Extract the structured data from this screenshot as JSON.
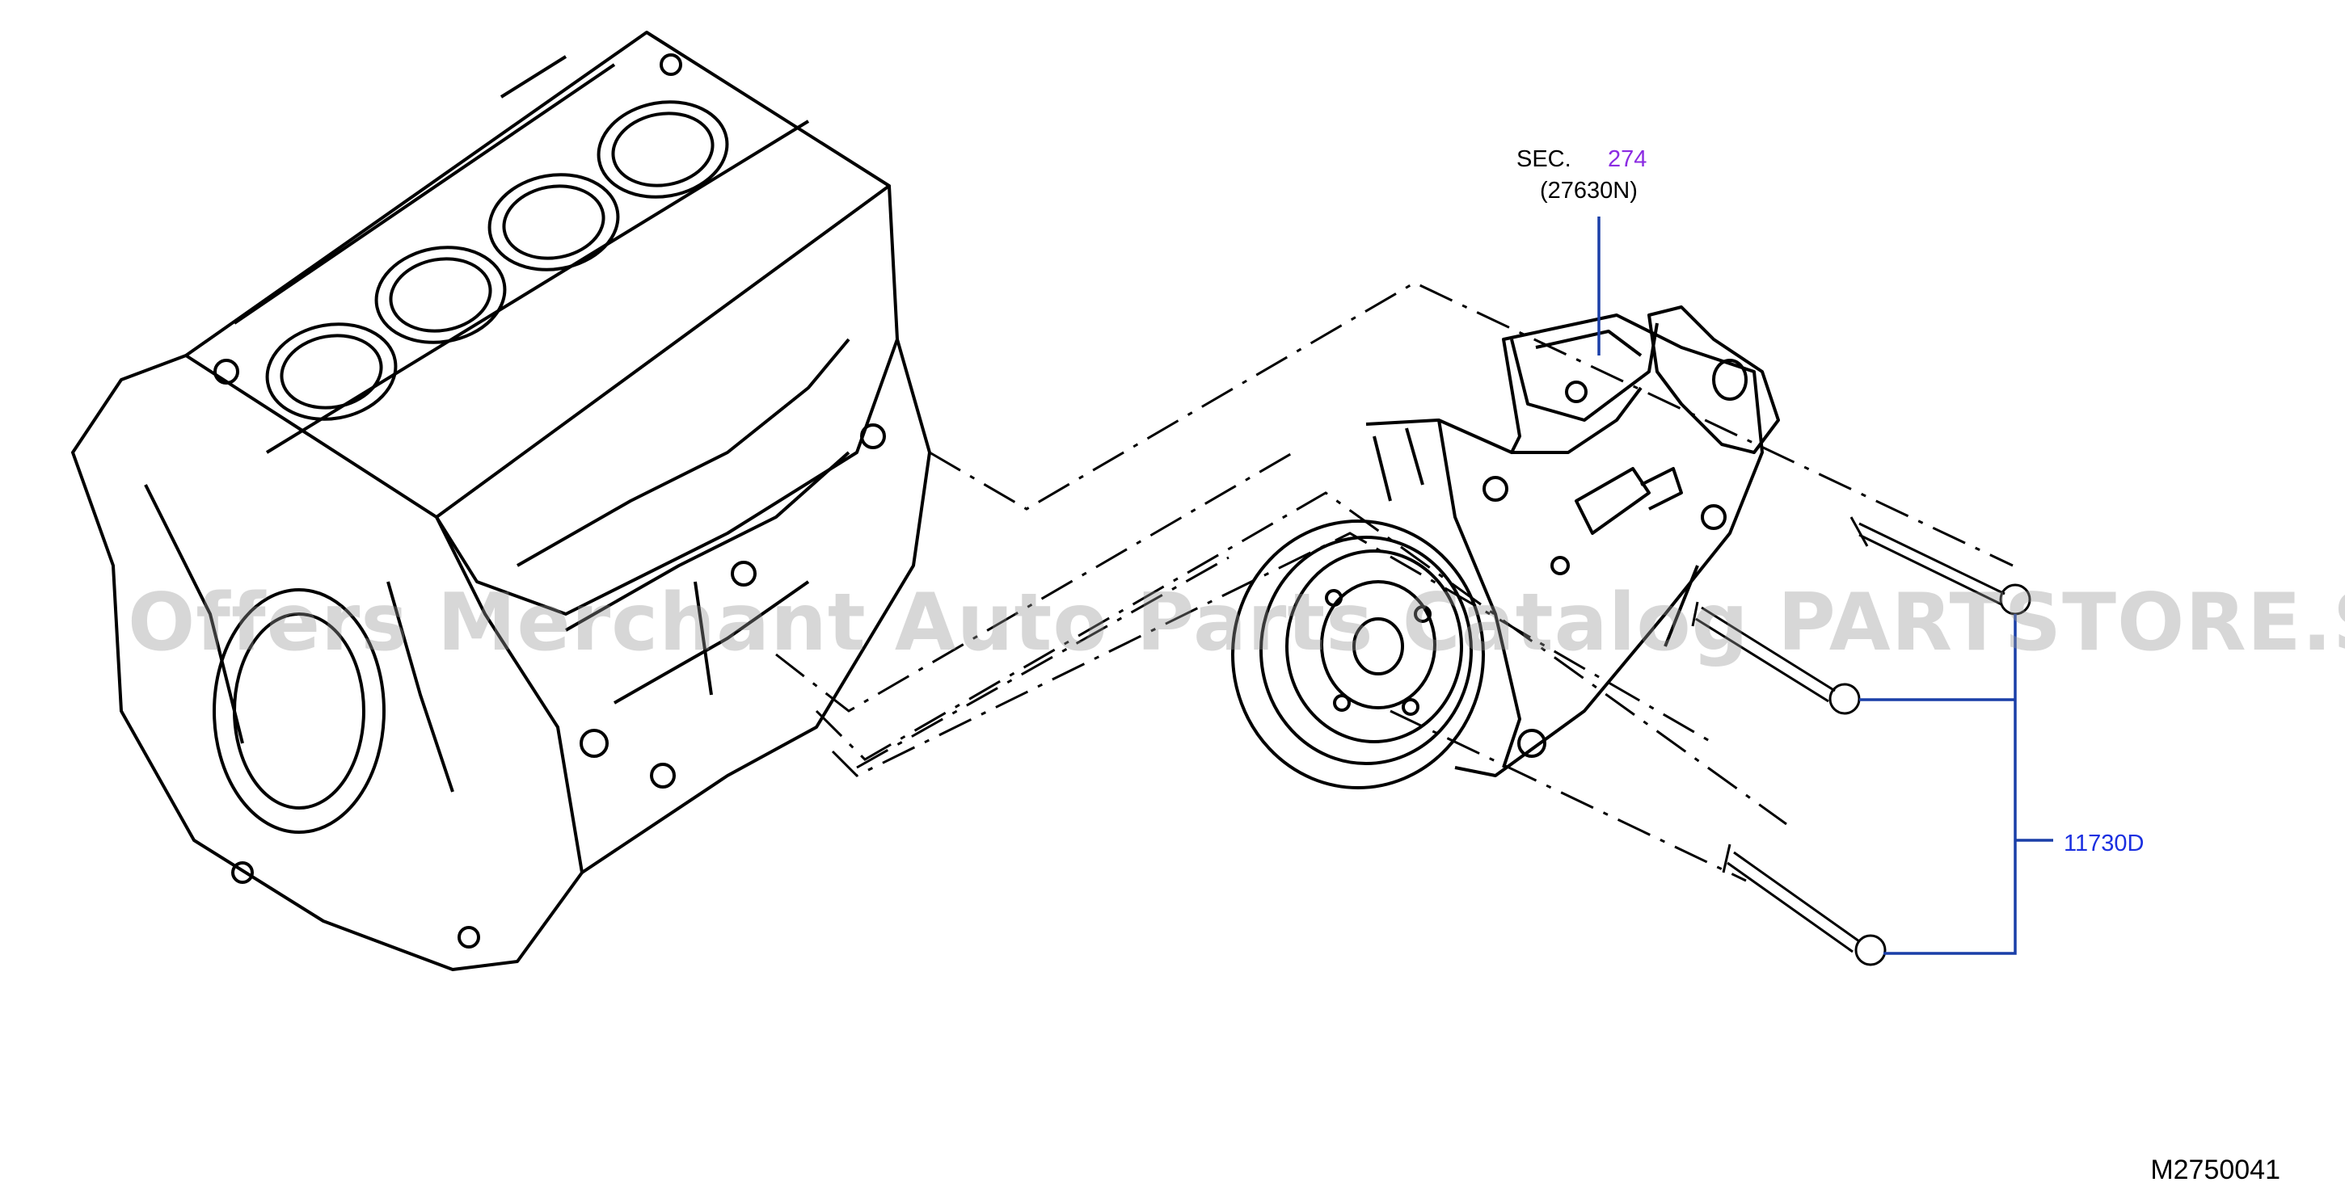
{
  "diagram": {
    "section_prefix": "SEC.",
    "section_number": "274",
    "section_part": "(27630N)",
    "bolt_part_number": "11730D",
    "diagram_code": "M2750041",
    "watermark": "Offers Merchant Auto Parts Catalog PARTSTORE.SA"
  },
  "colors": {
    "callout_line": "#1a3fa8",
    "section_link": "#8b2be2",
    "part_link": "#1a2fe0",
    "line_art": "#000000"
  }
}
